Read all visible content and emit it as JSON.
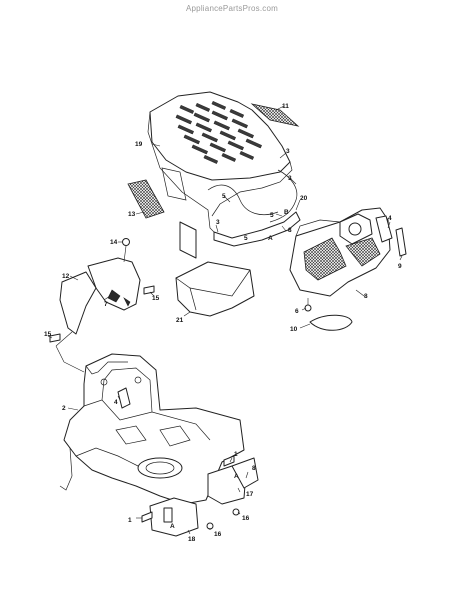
{
  "watermark": "AppliancePartsPros.com",
  "callouts": {
    "c11": "11",
    "c19": "19",
    "c3a": "3",
    "c3b": "3",
    "c3c": "3",
    "c5a": "5",
    "c5b": "5",
    "c5c": "5",
    "c20": "20",
    "c13": "13",
    "c8a": "8",
    "c8b": "8",
    "c8c": "8",
    "c4a": "4",
    "c4b": "4",
    "c9": "9",
    "c6": "6",
    "c10": "10",
    "c14": "14",
    "c12": "12",
    "c7": "7",
    "c15a": "15",
    "c15b": "15",
    "c21": "21",
    "c2": "2",
    "c1a": "1",
    "c1b": "1",
    "c17": "17",
    "c16a": "16",
    "c16b": "16",
    "c18": "18"
  },
  "letters": {
    "a1": "A",
    "a2": "A",
    "a3": "A",
    "b1": "B"
  }
}
